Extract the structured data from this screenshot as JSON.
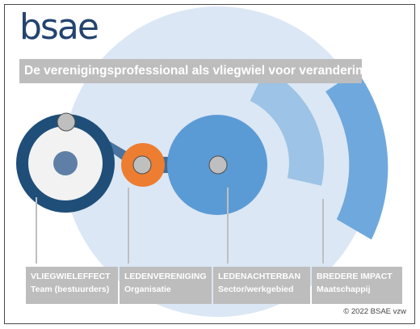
{
  "logo": "bsae",
  "title": "De verenigingsprofessional als vliegwiel voor verandering",
  "labels": [
    {
      "line1": "VLIEGWIELEFFECT",
      "line2": "Team (bestuurders)"
    },
    {
      "line1": "LEDENVERENIGING",
      "line2": "Organisatie"
    },
    {
      "line1": "LEDENACHTERBAN",
      "line2": "Sector/werkgebied"
    },
    {
      "line1": "BREDERE IMPACT",
      "line2": "Maatschappij"
    }
  ],
  "copyright": "© 2022 BSAE vzw",
  "colors": {
    "dark_navy": "#1f4e79",
    "ring_light": "#f2f2f2",
    "hub": "#5f7fa6",
    "orange": "#ed7d31",
    "mid_blue": "#5b9bd5",
    "pale_blue": "#dbe7f4",
    "arc_light": "#9dc3e6",
    "arc_mid": "#6fa8dc",
    "label_gray": "#bdbdbd",
    "logo": "#23446f"
  }
}
